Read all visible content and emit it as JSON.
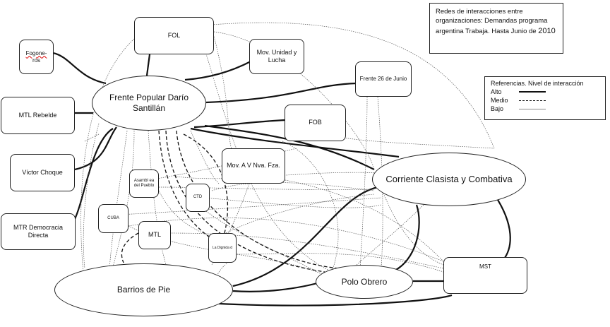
{
  "title_box": {
    "text": "Redes de interacciones entre organizaciones: Demandas programa argentina Trabaja. Hasta Junio de",
    "year": "2010"
  },
  "legend": {
    "heading": "Referencias. Nivel de interacción",
    "items": [
      {
        "label": "Alto",
        "style": "solid-thick"
      },
      {
        "label": "Medio",
        "style": "dashed"
      },
      {
        "label": "Bajo",
        "style": "thin"
      }
    ]
  },
  "nodes": {
    "fol": "FOL",
    "fogoneros_a": "Fogone-",
    "fogoneros_b": "ros",
    "mov_unidad": "Mov. Unidad y Lucha",
    "frente26": "Frente 26 de Junio",
    "fpds": "Frente Popular Darío Santillán",
    "mtl_rebelde": "MTL Rebelde",
    "fob": "FOB",
    "victor_choque": "Víctor Choque",
    "mov_av": "Mov. A V Nva. Fza.",
    "asamblea": "Asambl ea del Pueblo",
    "ctd": "CTD",
    "ccc": "Corriente Clasista y Combativa",
    "mtr": "MTR Democracia Directa",
    "cuba": "CUBA",
    "mtl": "MTL",
    "dignidad": "La Dignida d",
    "mst": "MST",
    "barrios": "Barrios de Pie",
    "polo": "Polo Obrero"
  },
  "colors": {
    "line": "#111111",
    "thin_line": "#888888",
    "background": "#ffffff"
  }
}
